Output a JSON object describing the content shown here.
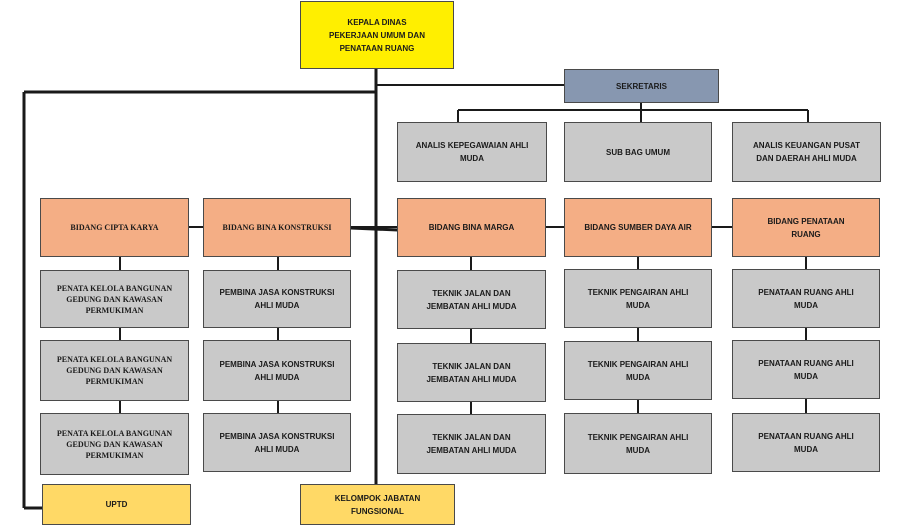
{
  "kepala": "KEPALA DINAS\nPEKERJAAN UMUM DAN\nPENATAAN RUANG",
  "sekretaris": "SEKRETARIS",
  "sekretariat_units": [
    "ANALIS KEPEGAWAIAN AHLI\nMUDA",
    "SUB BAG UMUM",
    "ANALIS KEUANGAN PUSAT\nDAN DAERAH AHLI MUDA"
  ],
  "bidang": [
    {
      "name": "BIDANG CIPTA KARYA",
      "staff": [
        "PENATA KELOLA BANGUNAN\nGEDUNG DAN KAWASAN\nPERMUKIMAN",
        "PENATA KELOLA BANGUNAN\nGEDUNG DAN KAWASAN\nPERMUKIMAN",
        "PENATA KELOLA BANGUNAN\nGEDUNG DAN KAWASAN\nPERMUKIMAN"
      ]
    },
    {
      "name": "BIDANG BINA KONSTRUKSI",
      "staff": [
        "PEMBINA JASA KONSTRUKSI\nAHLI MUDA",
        "PEMBINA JASA KONSTRUKSI\nAHLI MUDA",
        "PEMBINA JASA KONSTRUKSI\nAHLI MUDA"
      ]
    },
    {
      "name": "BIDANG BINA MARGA",
      "staff": [
        "TEKNIK JALAN DAN\nJEMBATAN AHLI MUDA",
        "TEKNIK JALAN DAN\nJEMBATAN AHLI MUDA",
        "TEKNIK JALAN DAN\nJEMBATAN AHLI MUDA"
      ]
    },
    {
      "name": "BIDANG SUMBER DAYA AIR",
      "staff": [
        "TEKNIK PENGAIRAN AHLI\nMUDA",
        "TEKNIK PENGAIRAN AHLI\nMUDA",
        "TEKNIK PENGAIRAN AHLI\nMUDA"
      ]
    },
    {
      "name": "BIDANG PENATAAN\nRUANG",
      "staff": [
        "PENATAAN RUANG AHLI\nMUDA",
        "PENATAAN RUANG AHLI\nMUDA",
        "PENATAAN RUANG AHLI\nMUDA"
      ]
    }
  ],
  "uptd": "UPTD",
  "kelompok": "KELOMPOK JABATAN\nFUNGSIONAL"
}
